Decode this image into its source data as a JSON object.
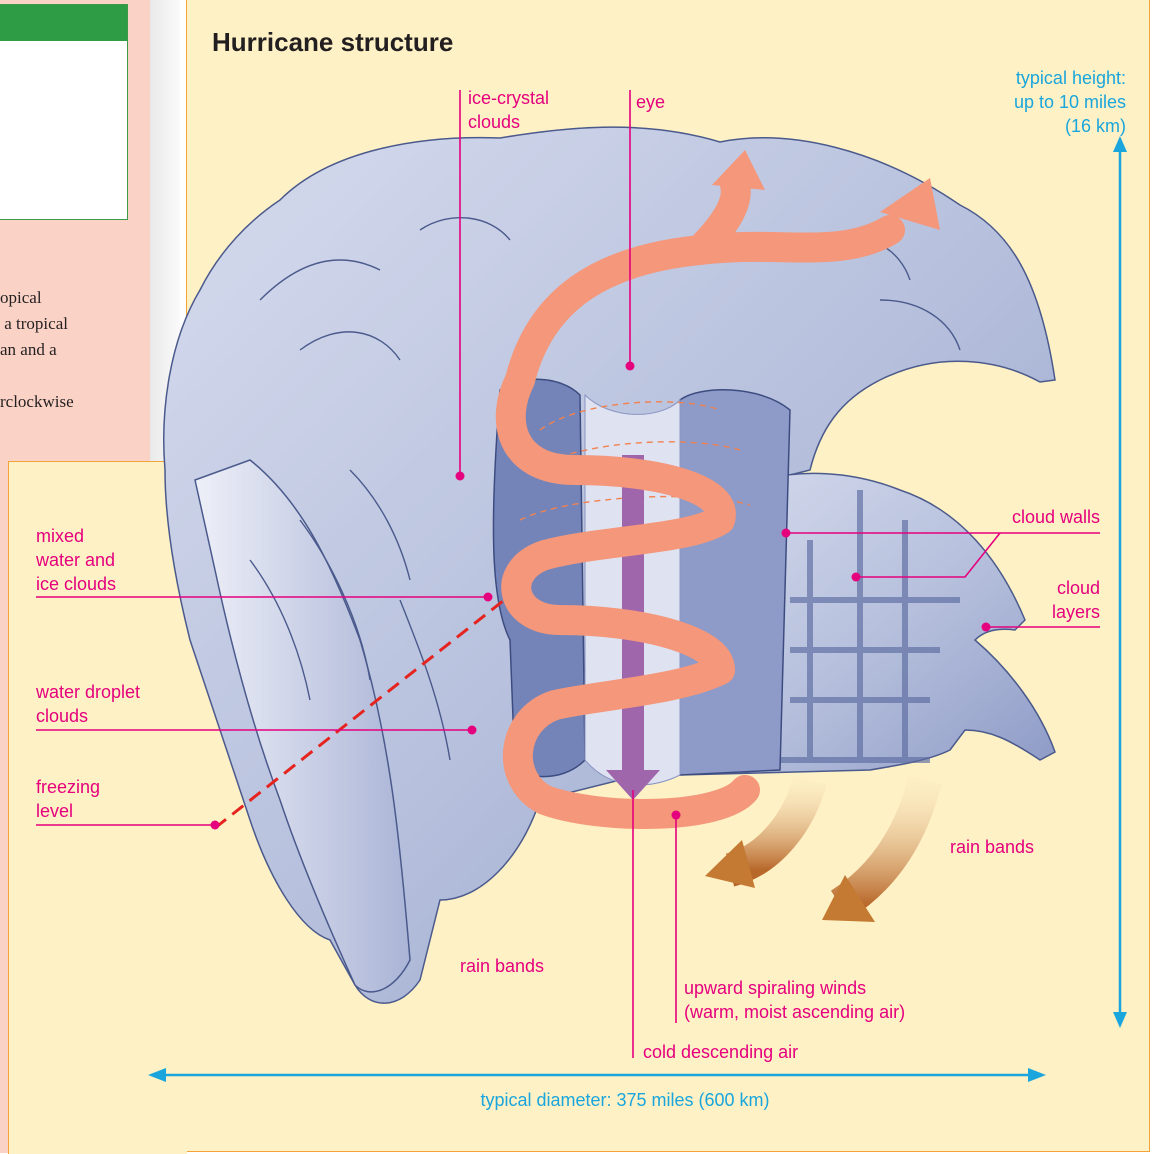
{
  "title": "Hurricane structure",
  "labels": {
    "ice_crystal_clouds": "ice-crystal\nclouds",
    "eye": "eye",
    "typical_height": "typical height:\nup to 10 miles\n(16 km)",
    "cloud_walls": "cloud walls",
    "cloud_layers": "cloud\nlayers",
    "mixed_water_ice": "mixed\nwater and\nice clouds",
    "water_droplet": "water droplet\nclouds",
    "freezing_level": "freezing\nlevel",
    "rain_bands_right": "rain bands",
    "rain_bands_bottom": "rain bands",
    "upward_winds": "upward spiraling winds\n(warm, moist ascending air)",
    "cold_air": "cold descending air",
    "typical_diameter": "typical diameter: 375 miles (600 km)"
  },
  "side_text": "opical\n a tropical\nan and a\n\nrclockwise",
  "colors": {
    "label": "#e5007e",
    "dimension": "#1aa6dd",
    "background": "#fdf1c5",
    "border": "#f2a33a",
    "cloud": "#b7c0dd",
    "cloud_dark": "#6f7eaf",
    "wind": "#f4977a",
    "descending_air": "#a066ac",
    "rain_band": "#c47a33",
    "left_panel": "#fbd3c6",
    "green": "#2e9b45"
  }
}
